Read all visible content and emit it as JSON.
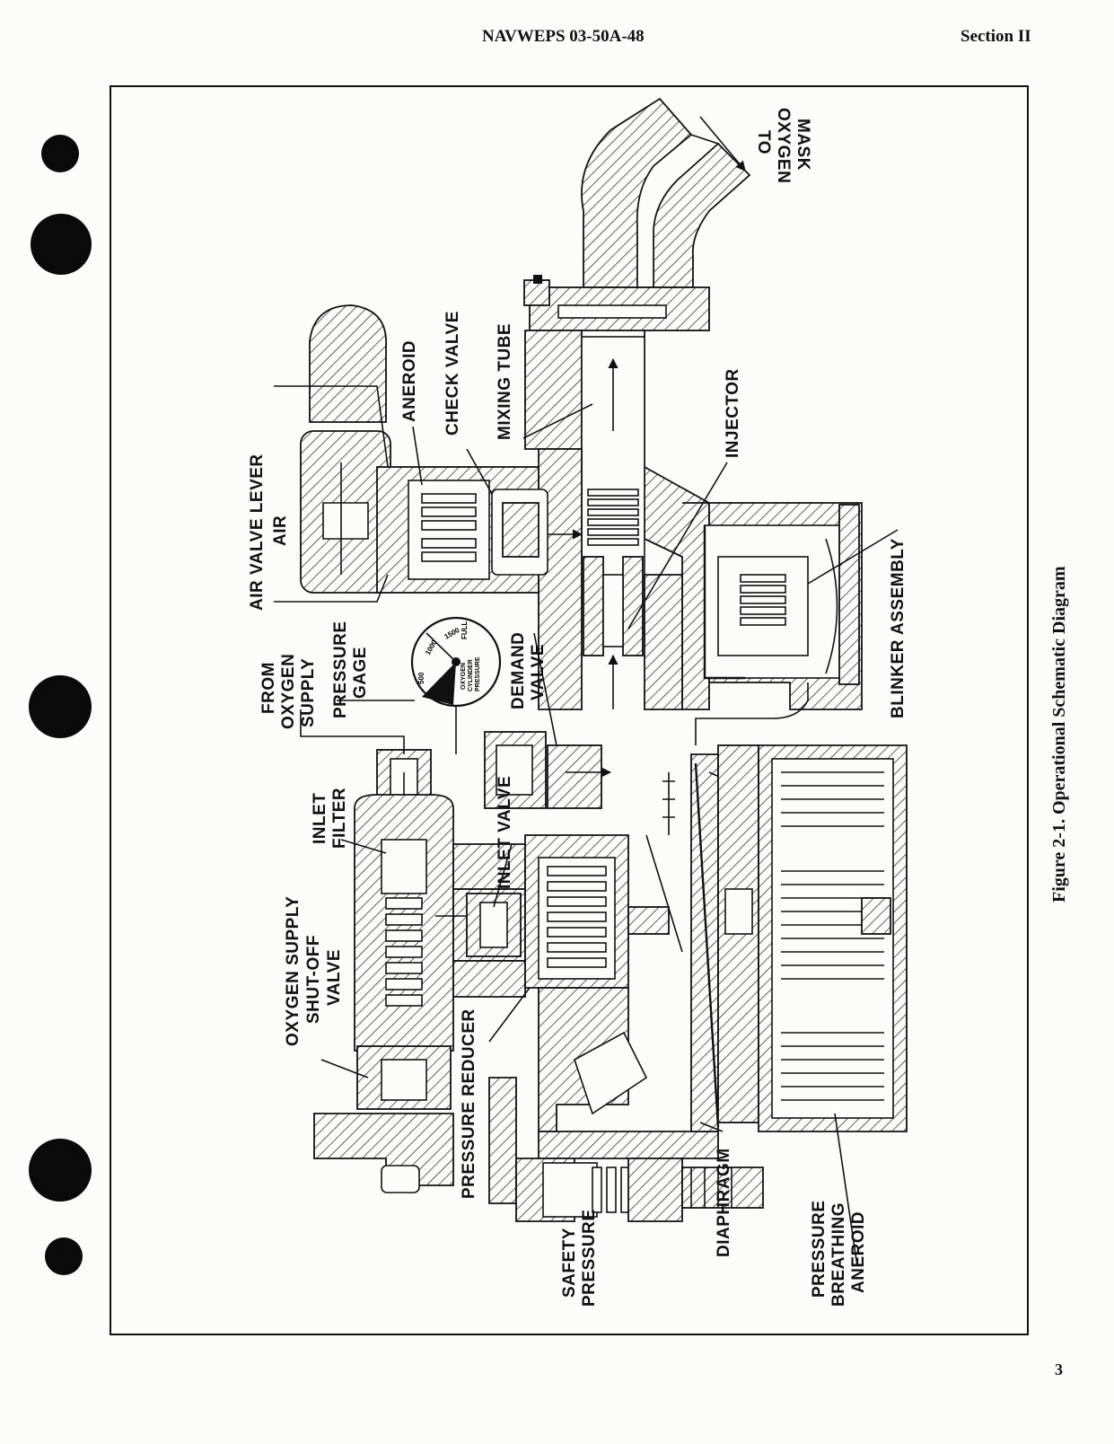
{
  "header": {
    "doc_number": "NAVWEPS 03-50A-48",
    "section": "Section II"
  },
  "page_number": "3",
  "figure": {
    "caption": "Figure 2-1.  Operational Schematic Diagram"
  },
  "labels": {
    "to_oxygen_mask_1": "TO",
    "to_oxygen_mask_2": "OXYGEN",
    "to_oxygen_mask_3": "MASK",
    "mixing_tube": "MIXING TUBE",
    "check_valve": "CHECK VALVE",
    "aneroid": "ANEROID",
    "air": "AIR",
    "air_valve_lever": "AIR VALVE LEVER",
    "injector": "INJECTOR",
    "blinker_assembly": "BLINKER ASSEMBLY",
    "from_oxygen_supply_1": "FROM",
    "from_oxygen_supply_2": "OXYGEN",
    "from_oxygen_supply_3": "SUPPLY",
    "pressure_gage_1": "PRESSURE",
    "pressure_gage_2": "GAGE",
    "demand_valve_1": "DEMAND",
    "demand_valve_2": "VALVE",
    "inlet_valve": "INLET VALVE",
    "inlet_filter_1": "INLET",
    "inlet_filter_2": "FILTER",
    "shutoff_1": "OXYGEN SUPPLY",
    "shutoff_2": "SHUT-OFF",
    "shutoff_3": "VALVE",
    "pressure_reducer": "PRESSURE REDUCER",
    "safety_pressure_1": "SAFETY",
    "safety_pressure_2": "PRESSURE",
    "diaphragm": "DIAPHRAGM",
    "pba_1": "PRESSURE",
    "pba_2": "BREATHING",
    "pba_3": "ANEROID"
  },
  "gage_face": {
    "line_1": "OXYGEN",
    "line_2": "CYLINDER",
    "line_3": "PRESSURE",
    "full": "FULL",
    "scale_low": "500",
    "scale_mid": "1000",
    "scale_high": "1500"
  }
}
